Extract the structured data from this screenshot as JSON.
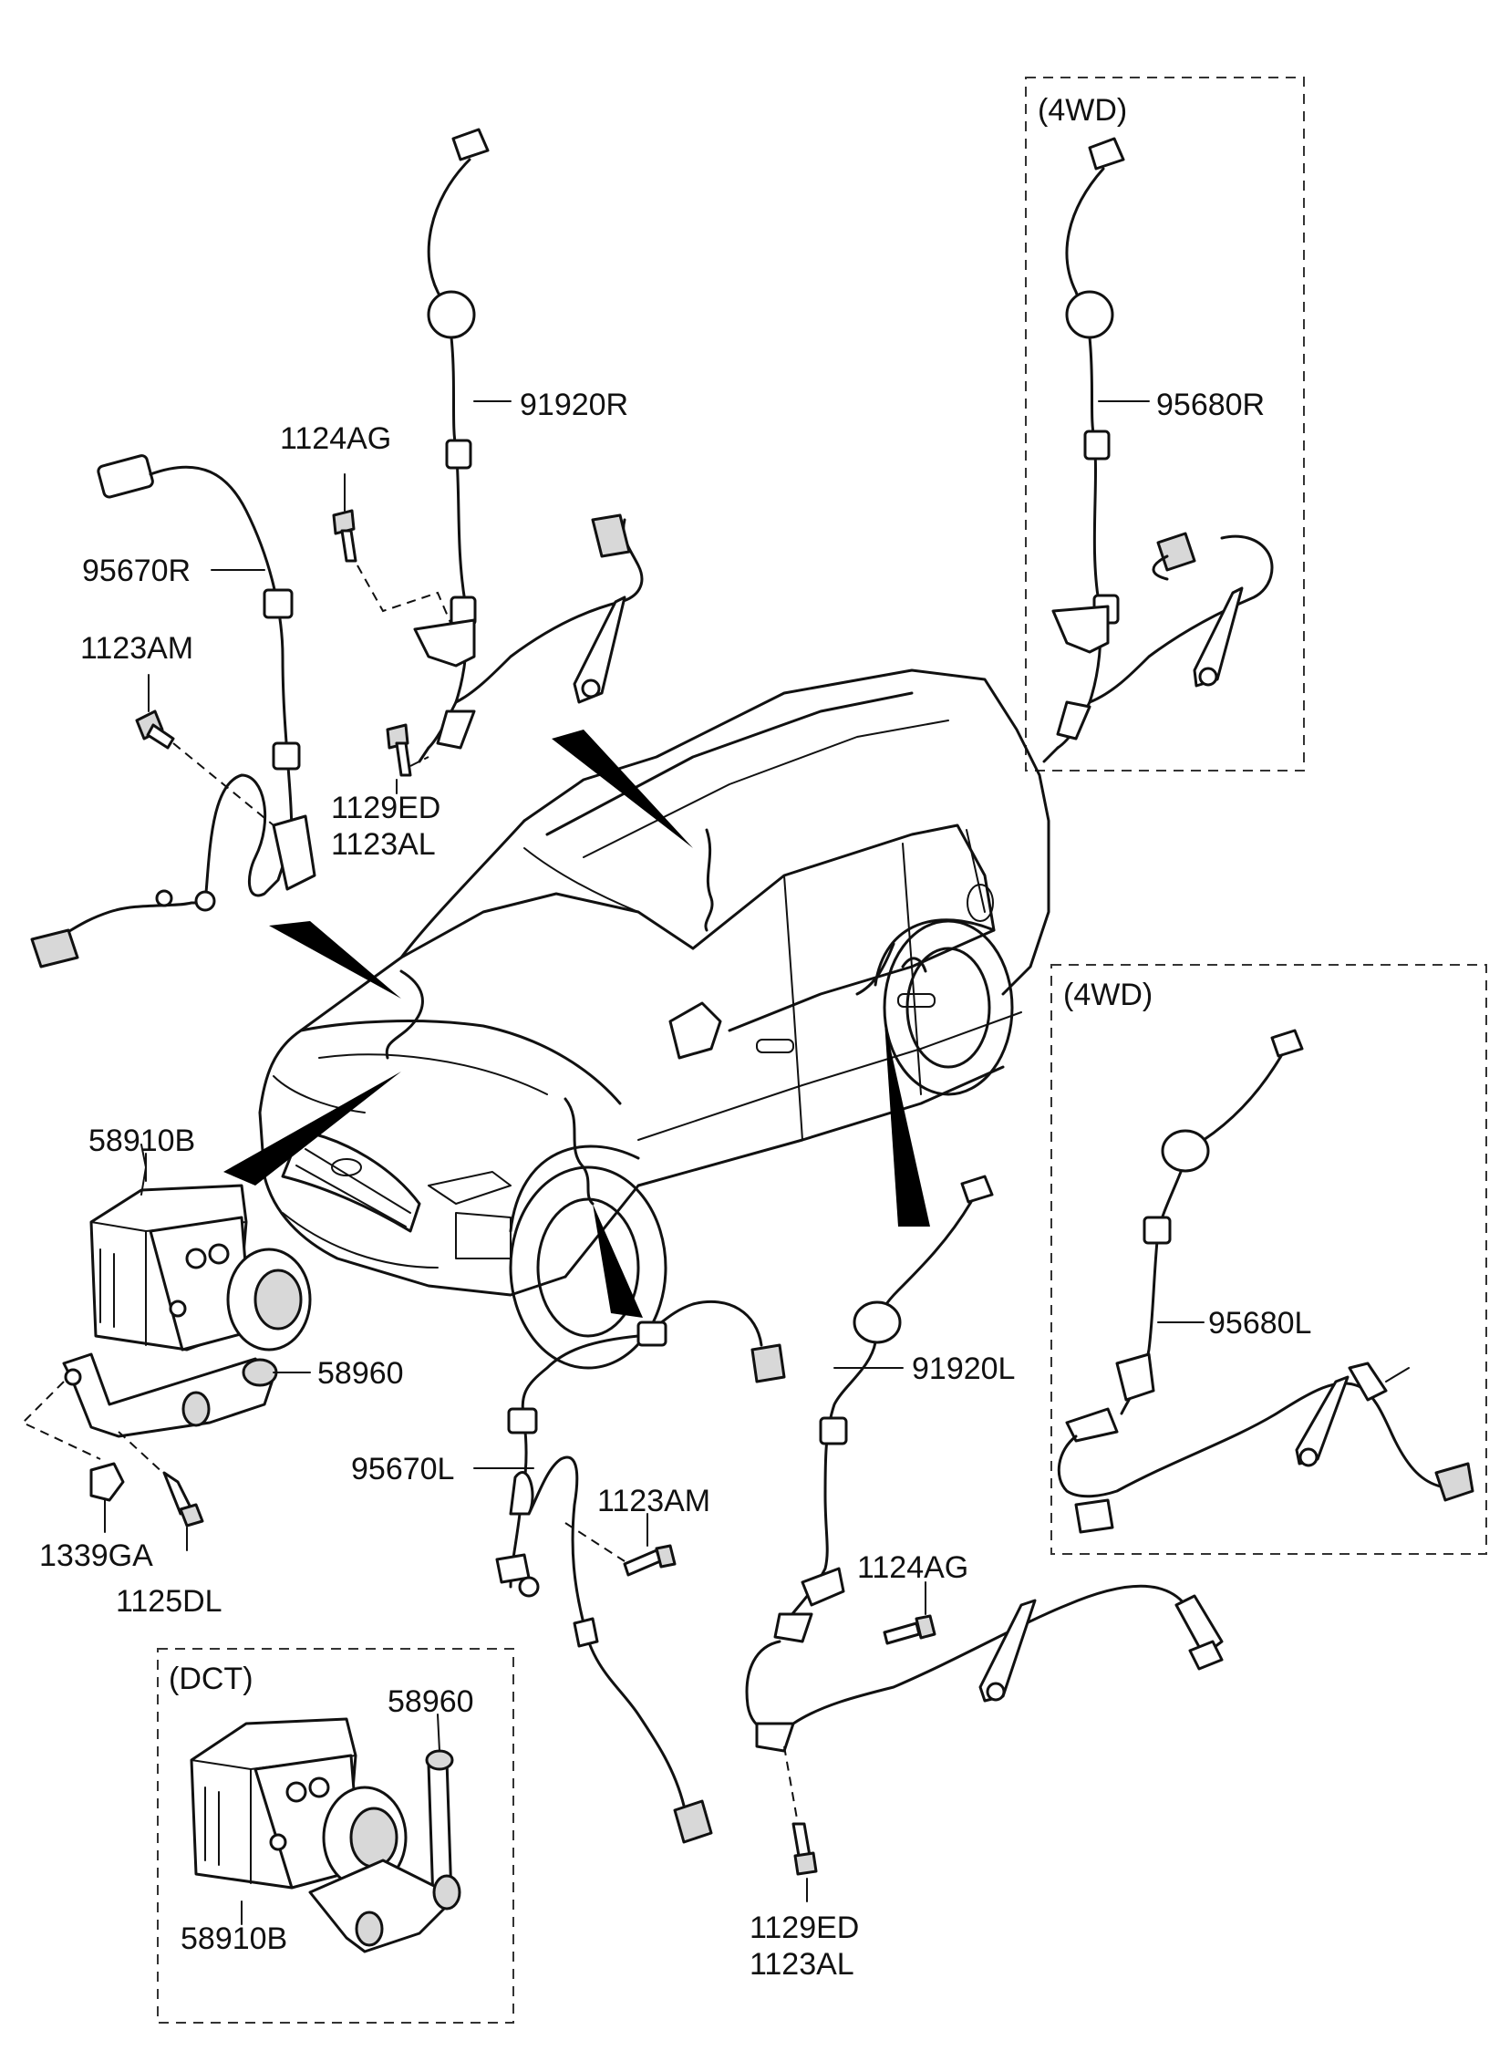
{
  "labels": {
    "p91920R": "91920R",
    "p1124AG_top": "1124AG",
    "p95670R": "95670R",
    "p1123AM_top": "1123AM",
    "p1129ED_top": "1129ED",
    "p1123AL_top": "1123AL",
    "p95680R": "95680R",
    "p58910B_main": "58910B",
    "p58960_main": "58960",
    "p95670L": "95670L",
    "p1339GA": "1339GA",
    "p1125DL": "1125DL",
    "p1123AM_bottom": "1123AM",
    "p91920L": "91920L",
    "p1124AG_bottom": "1124AG",
    "p95680L": "95680L",
    "p58960_dct": "58960",
    "p58910B_dct": "58910B",
    "p1129ED_bottom": "1129ED",
    "p1123AL_bottom": "1123AL"
  },
  "groups": {
    "fourwd_top": "(4WD)",
    "fourwd_right": "(4WD)",
    "dct": "(DCT)"
  }
}
